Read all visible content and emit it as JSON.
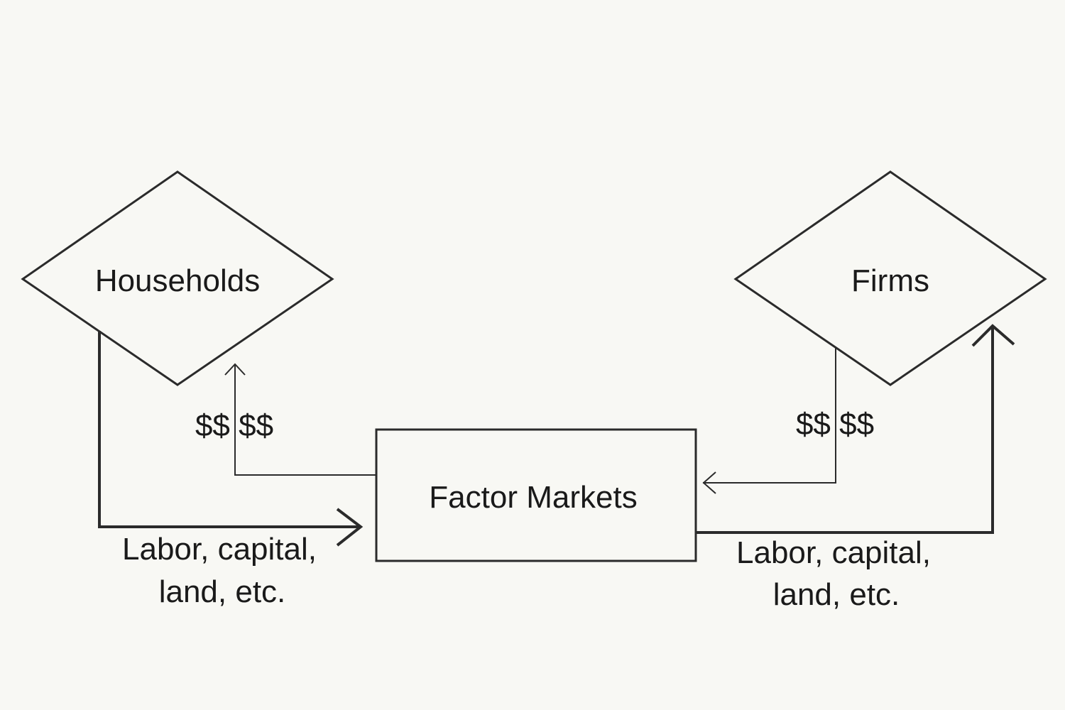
{
  "nodes": {
    "households": "Households",
    "firms": "Firms",
    "factor_markets": "Factor Markets"
  },
  "flows": {
    "households_money": "$$ $$",
    "firms_money": "$$ $$",
    "households_resources": [
      "Labor, capital,",
      "land, etc."
    ],
    "firms_resources": [
      "Labor, capital,",
      "land, etc."
    ]
  },
  "colors": {
    "background": "#f8f8f4",
    "stroke": "#2b2b2b",
    "text": "#1a1a1a"
  }
}
